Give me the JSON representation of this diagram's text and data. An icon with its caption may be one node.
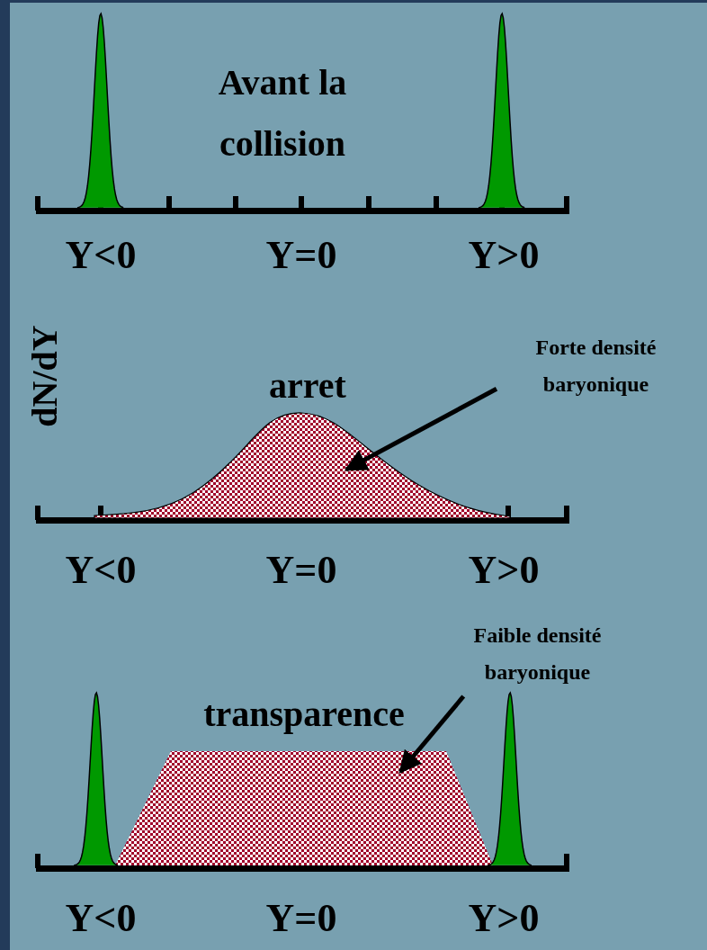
{
  "diagram": {
    "nodes": [
      {
        "text": [
          "Forte densité baryonique"
        ]
      },
      {
        "text": [],
        "shape": "hump"
      },
      {
        "text": [
          "Faible densité baryonique"
        ]
      },
      {
        "text": [],
        "shape": "trapezoid"
      }
    ],
    "edges": [
      {
        "from": 0,
        "to": 1,
        "arrow": "to"
      },
      {
        "from": 2,
        "to": 3,
        "arrow": "to"
      }
    ],
    "labels": [
      "Avant la collision",
      "Y<0",
      "Y=0",
      "Y>0",
      "dN/dY",
      "arret",
      "Y<0",
      "Y=0",
      "Y>0",
      "transparence",
      "Y<0",
      "Y=0",
      "Y>0"
    ]
  }
}
